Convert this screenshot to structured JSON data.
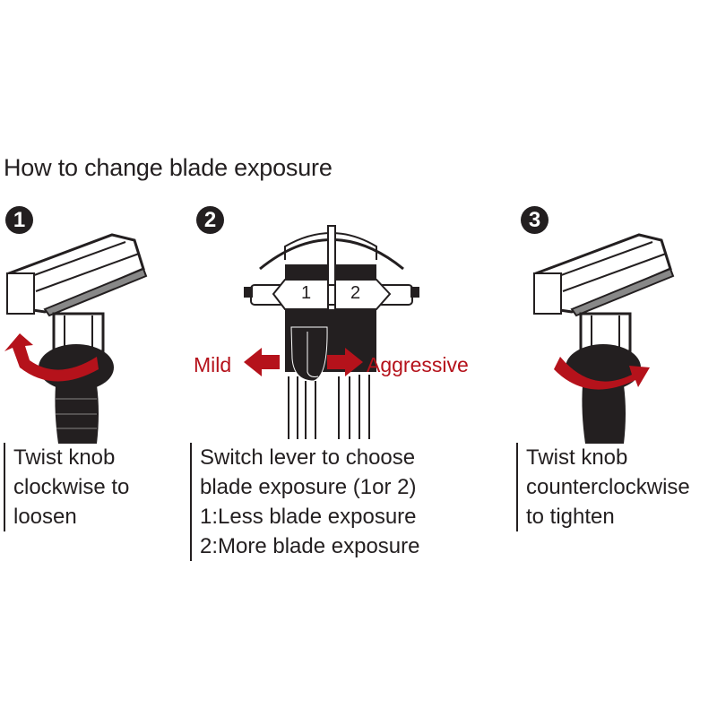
{
  "title": "How to change blade exposure",
  "steps": [
    {
      "number": "1",
      "lines": [
        "Twist knob",
        "clockwise to",
        "loosen"
      ]
    },
    {
      "number": "2",
      "lines": [
        "Switch lever to choose",
        "blade exposure (1or 2)",
        "1:Less blade exposure",
        "2:More blade exposure"
      ]
    },
    {
      "number": "3",
      "lines": [
        "Twist knob",
        "counterclockwise",
        "to tighten"
      ]
    }
  ],
  "lever": {
    "position_1": "1",
    "position_2": "2",
    "mild_label": "Mild",
    "aggressive_label": "Aggressive"
  },
  "colors": {
    "accent": "#b5121b",
    "ink": "#231f20"
  }
}
